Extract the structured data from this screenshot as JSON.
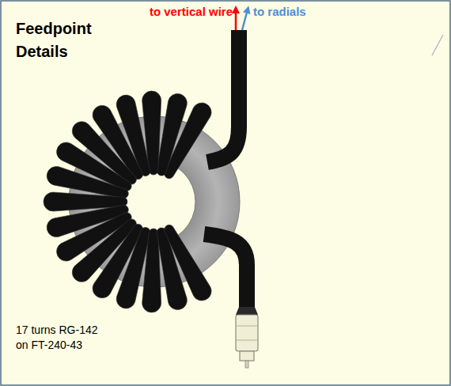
{
  "diagram": {
    "title": "Feedpoint Details",
    "labels": [
      "to vertical wire",
      "to radials",
      "17 turns RG-142 on FT-240-43"
    ]
  }
}
